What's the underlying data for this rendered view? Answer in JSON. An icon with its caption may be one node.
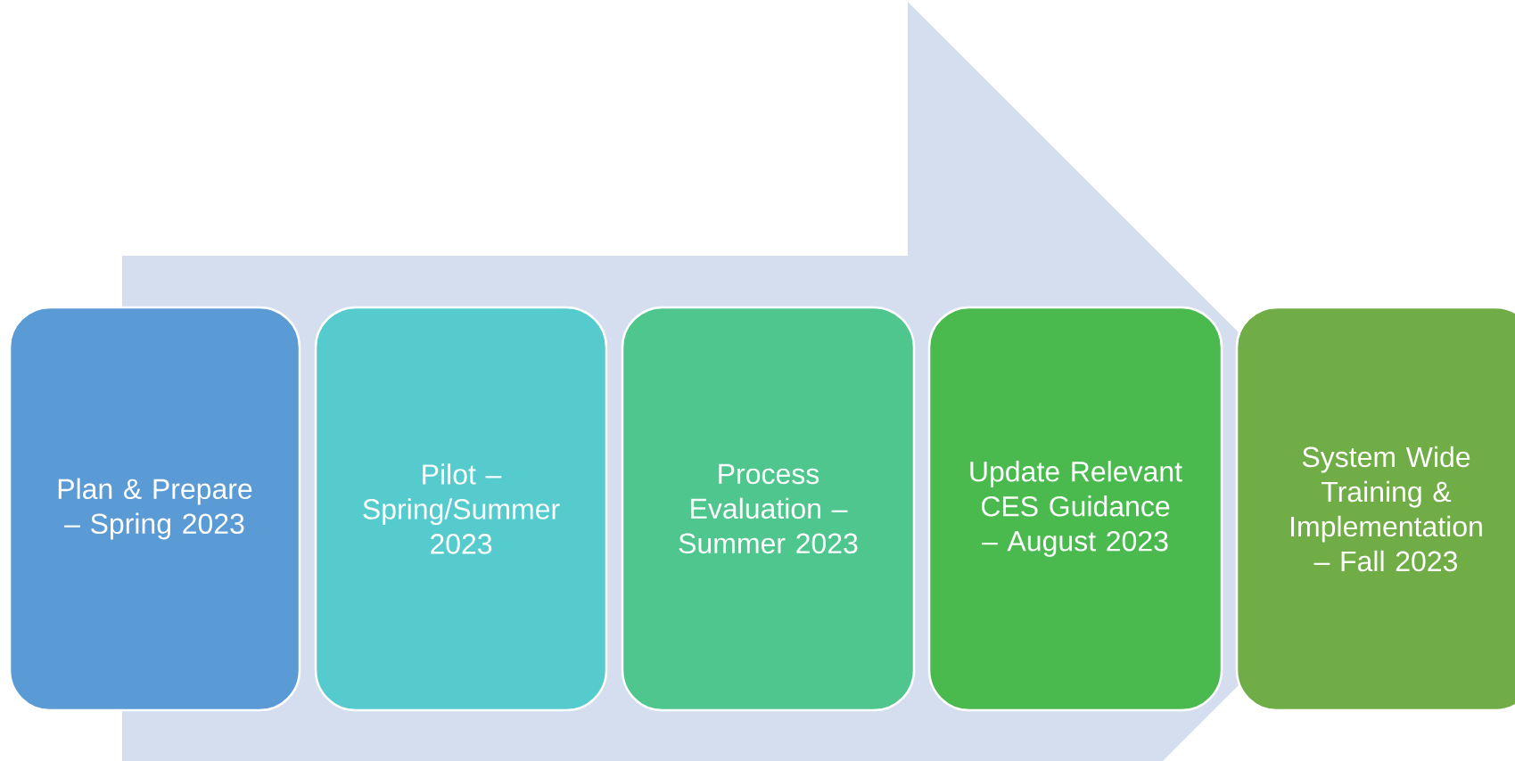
{
  "diagram": {
    "nodes": [
      {
        "text": [
          "Plan & Prepare – Spring 2023"
        ]
      },
      {
        "text": [
          "Pilot – Spring/Summer 2023"
        ]
      },
      {
        "text": [
          "Process Evaluation – Summer 2023"
        ]
      },
      {
        "text": [
          "Update Relevant CES Guidance – August 2023"
        ]
      },
      {
        "text": [
          "System Wide Training & Implementation – Fall 2023"
        ]
      }
    ],
    "edges": [
      {
        "from": 0,
        "to": 4,
        "arrow": "to"
      }
    ]
  }
}
